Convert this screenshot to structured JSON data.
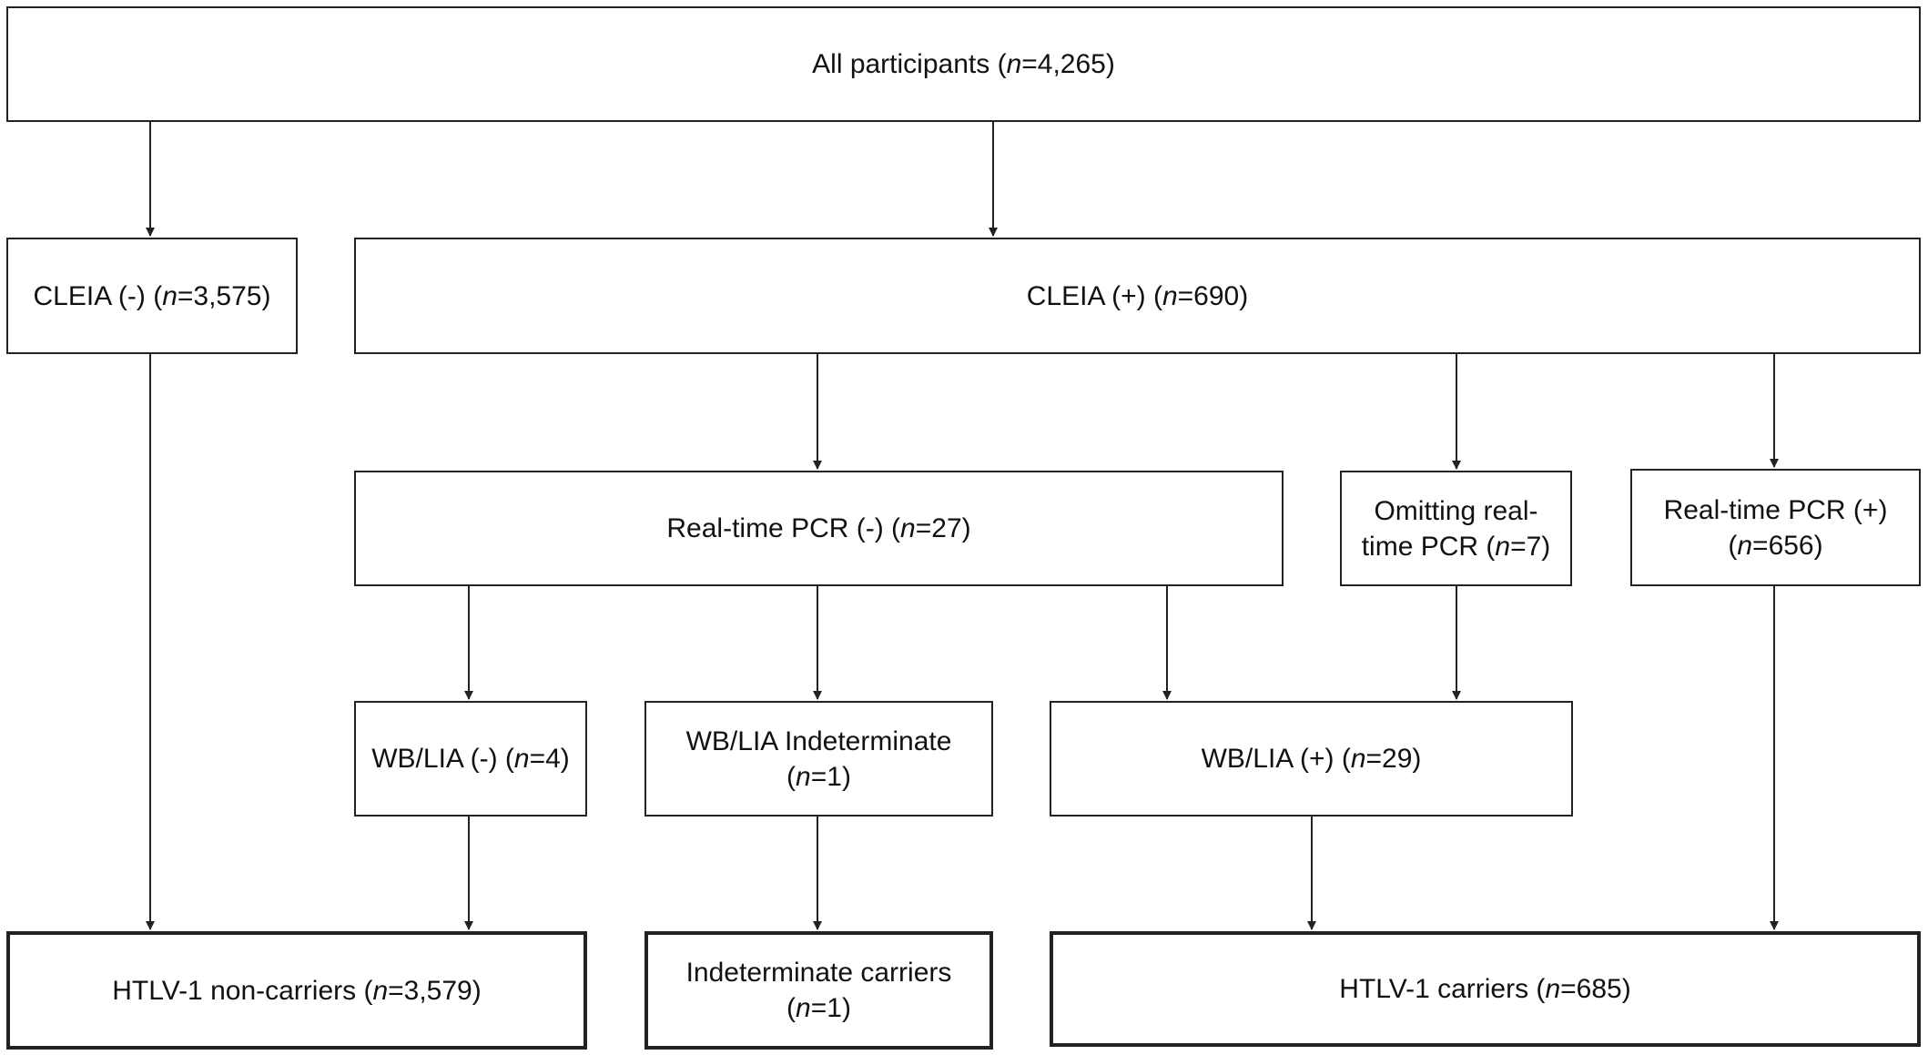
{
  "boxes": {
    "all": {
      "lines": [
        [
          "All participants (",
          {
            "i": "n"
          },
          "=4,265)"
        ]
      ]
    },
    "cleia_neg": {
      "lines": [
        [
          "CLEIA (-) (",
          {
            "i": "n"
          },
          "=3,575)"
        ]
      ]
    },
    "cleia_pos": {
      "lines": [
        [
          "CLEIA (+) (",
          {
            "i": "n"
          },
          "=690)"
        ]
      ]
    },
    "pcr_neg": {
      "lines": [
        [
          "Real-time PCR (-) (",
          {
            "i": "n"
          },
          "=27)"
        ]
      ]
    },
    "omit": {
      "lines": [
        [
          "Omitting real-"
        ],
        [
          "time PCR (",
          {
            "i": "n"
          },
          "=7)"
        ]
      ]
    },
    "pcr_pos": {
      "lines": [
        [
          "Real-time PCR (+)"
        ],
        [
          "(",
          {
            "i": "n"
          },
          "=656)"
        ]
      ]
    },
    "wb_neg": {
      "lines": [
        [
          "WB/LIA (-) (",
          {
            "i": "n"
          },
          "=4)"
        ]
      ]
    },
    "wb_ind": {
      "lines": [
        [
          "WB/LIA Indeterminate"
        ],
        [
          "(",
          {
            "i": "n"
          },
          "=1)"
        ]
      ]
    },
    "wb_pos": {
      "lines": [
        [
          "WB/LIA (+) (",
          {
            "i": "n"
          },
          "=29)"
        ]
      ]
    },
    "noncarr": {
      "lines": [
        [
          "HTLV-1 non-carriers (",
          {
            "i": "n"
          },
          "=3,579)"
        ]
      ]
    },
    "indcarr": {
      "lines": [
        [
          "Indeterminate carriers"
        ],
        [
          "(",
          {
            "i": "n"
          },
          "=1)"
        ]
      ]
    },
    "carr": {
      "lines": [
        [
          "HTLV-1 carriers (",
          {
            "i": "n"
          },
          "=685)"
        ]
      ]
    }
  }
}
